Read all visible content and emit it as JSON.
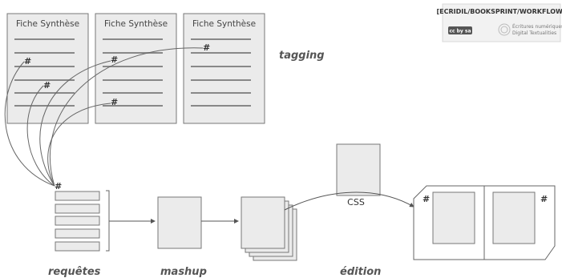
{
  "sheets": [
    {
      "title": "Fiche Synthèse"
    },
    {
      "title": "Fiche Synthèse"
    },
    {
      "title": "Fiche Synthèse"
    }
  ],
  "tag_symbol": "#",
  "stage_labels": {
    "tagging": "tagging",
    "requetes": "requêtes",
    "mashup": "mashup",
    "edition": "édition"
  },
  "css_label": "CSS",
  "badge": {
    "title": "[ECRIDIL/BOOKSPRINT/WORKFLOW]",
    "license": "cc by sa",
    "org_line1": "Écritures numériques",
    "org_line2": "Digital Textualities"
  },
  "colors": {
    "box_fill": "#ebebeb",
    "box_stroke": "#777777",
    "line": "#555555",
    "line_gray": "#999999"
  }
}
